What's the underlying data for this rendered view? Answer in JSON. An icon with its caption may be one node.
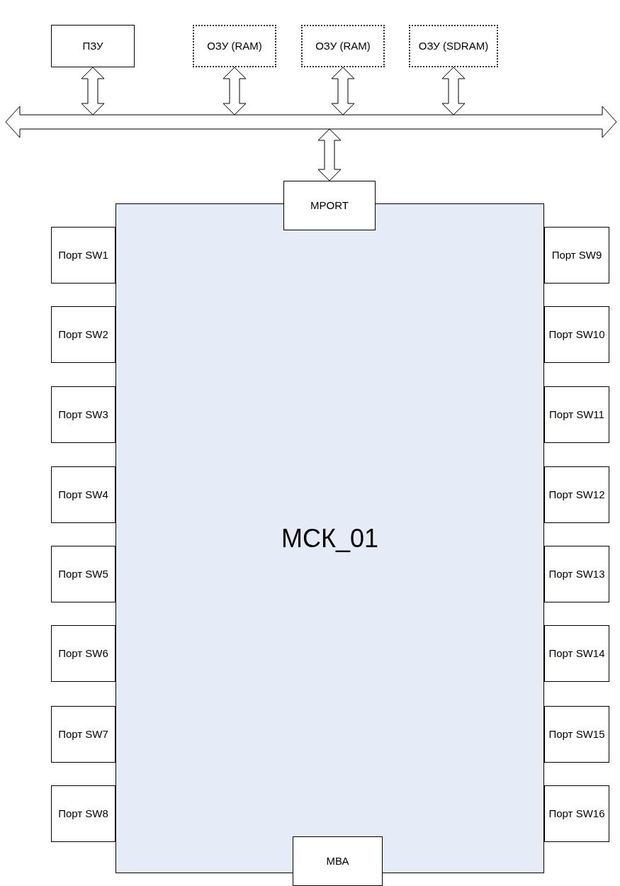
{
  "diagram": {
    "nodes": [
      {
        "text": [
          "ПЗУ"
        ]
      },
      {
        "text": [
          "ОЗУ (RAM)"
        ]
      },
      {
        "text": [
          "ОЗУ (RAM)"
        ]
      },
      {
        "text": [
          "ОЗУ (SDRAM)"
        ]
      },
      {
        "text": [],
        "shape": "bar"
      },
      {
        "text": [
          "МСК_01"
        ]
      },
      {
        "text": [
          "MPORT"
        ]
      },
      {
        "text": [
          "Порт SW1"
        ]
      },
      {
        "text": [
          "Порт SW2"
        ]
      },
      {
        "text": [
          "Порт SW3"
        ]
      },
      {
        "text": [
          "Порт SW4"
        ]
      },
      {
        "text": [
          "Порт SW5"
        ]
      },
      {
        "text": [
          "Порт SW6"
        ]
      },
      {
        "text": [
          "Порт SW7"
        ]
      },
      {
        "text": [
          "Порт SW8"
        ]
      },
      {
        "text": [
          "Порт SW9"
        ]
      },
      {
        "text": [
          "Порт SW10"
        ]
      },
      {
        "text": [
          "Порт SW11"
        ]
      },
      {
        "text": [
          "Порт SW12"
        ]
      },
      {
        "text": [
          "Порт SW13"
        ]
      },
      {
        "text": [
          "Порт SW14"
        ]
      },
      {
        "text": [
          "Порт SW15"
        ]
      },
      {
        "text": [
          "Порт SW16"
        ]
      },
      {
        "text": [
          "МВА"
        ]
      }
    ],
    "edges": [
      {
        "from": 0,
        "to": 4,
        "arrow": "both"
      },
      {
        "from": 1,
        "to": 4,
        "arrow": "both"
      },
      {
        "from": 2,
        "to": 4,
        "arrow": "both"
      },
      {
        "from": 3,
        "to": 4,
        "arrow": "both"
      },
      {
        "from": 4,
        "to": 6,
        "arrow": "both"
      }
    ]
  }
}
